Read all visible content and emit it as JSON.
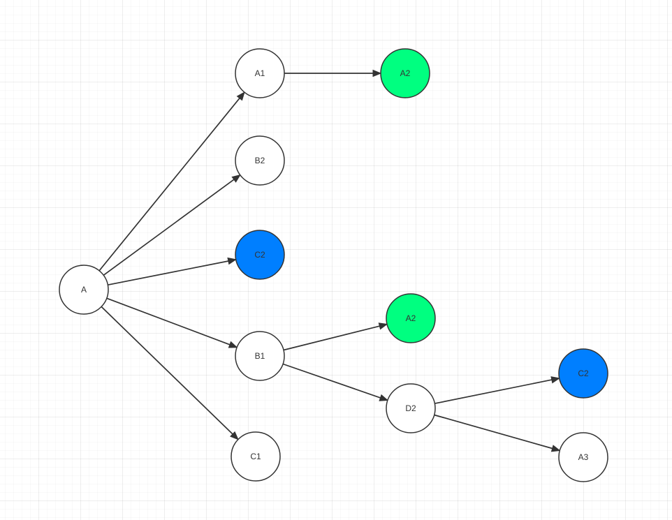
{
  "diagram": {
    "nodes": [
      {
        "id": "A",
        "label": "A",
        "fill": "#ffffff",
        "text": "#333333"
      },
      {
        "id": "A1",
        "label": "A1",
        "fill": "#ffffff",
        "text": "#333333"
      },
      {
        "id": "A2_top",
        "label": "A2",
        "fill": "#00ff80",
        "text": "#333333"
      },
      {
        "id": "B2",
        "label": "B2",
        "fill": "#ffffff",
        "text": "#333333"
      },
      {
        "id": "C2_mid",
        "label": "C2",
        "fill": "#007fff",
        "text": "#333333"
      },
      {
        "id": "B1",
        "label": "B1",
        "fill": "#ffffff",
        "text": "#333333"
      },
      {
        "id": "C1",
        "label": "C1",
        "fill": "#ffffff",
        "text": "#333333"
      },
      {
        "id": "A2_low",
        "label": "A2",
        "fill": "#00ff80",
        "text": "#333333"
      },
      {
        "id": "D2",
        "label": "D2",
        "fill": "#ffffff",
        "text": "#333333"
      },
      {
        "id": "C2_right",
        "label": "C2",
        "fill": "#007fff",
        "text": "#1a1aff"
      },
      {
        "id": "A3",
        "label": "A3",
        "fill": "#ffffff",
        "text": "#333333"
      }
    ],
    "edges": [
      {
        "from": "A",
        "to": "A1"
      },
      {
        "from": "A",
        "to": "B2"
      },
      {
        "from": "A",
        "to": "C2_mid"
      },
      {
        "from": "A",
        "to": "B1"
      },
      {
        "from": "A",
        "to": "C1"
      },
      {
        "from": "A1",
        "to": "A2_top"
      },
      {
        "from": "B1",
        "to": "A2_low"
      },
      {
        "from": "B1",
        "to": "D2"
      },
      {
        "from": "D2",
        "to": "C2_right"
      },
      {
        "from": "D2",
        "to": "A3"
      }
    ]
  }
}
